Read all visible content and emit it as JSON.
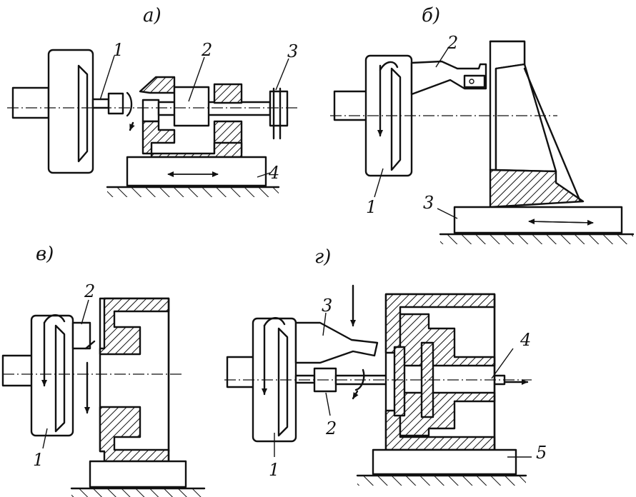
{
  "panels": {
    "a": {
      "title": "а)",
      "labels": [
        "1",
        "2",
        "3",
        "4"
      ]
    },
    "b": {
      "title": "б)",
      "labels": [
        "1",
        "2",
        "3"
      ]
    },
    "v": {
      "title": "в)",
      "labels": [
        "1",
        "2"
      ]
    },
    "g": {
      "title": "г)",
      "labels": [
        "1",
        "2",
        "3",
        "4",
        "5"
      ]
    }
  }
}
